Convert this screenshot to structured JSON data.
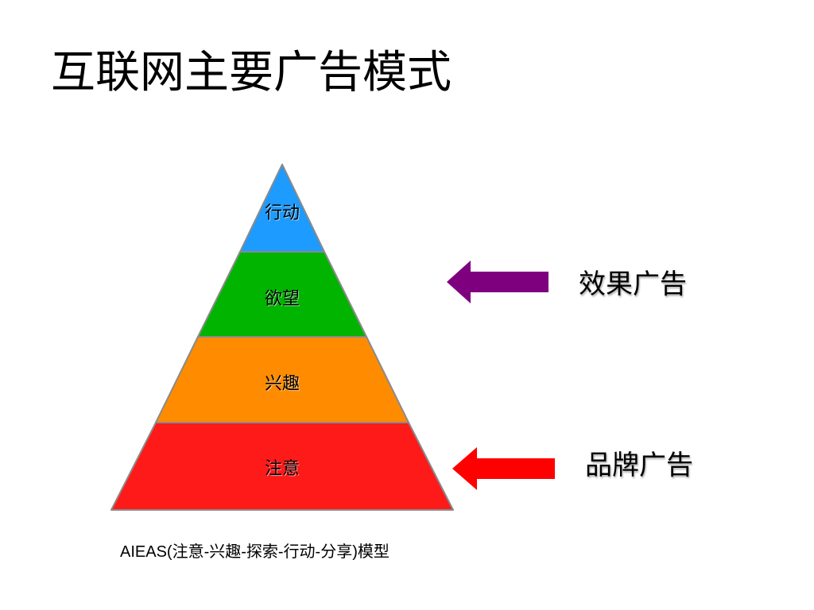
{
  "title": "互联网主要广告模式",
  "pyramid": {
    "layers": [
      {
        "label": "行动",
        "color": "#1e9bff"
      },
      {
        "label": "欲望",
        "color": "#00b400"
      },
      {
        "label": "兴趣",
        "color": "#ff8c00"
      },
      {
        "label": "注意",
        "color": "#ff1a1a"
      }
    ],
    "edge_color": "#8a8a8a"
  },
  "annotations": [
    {
      "label": "效果广告",
      "arrow_color": "#7f007f"
    },
    {
      "label": "品牌广告",
      "arrow_color": "#ff0000"
    }
  ],
  "caption": "AIEAS(注意-兴趣-探索-行动-分享)模型"
}
